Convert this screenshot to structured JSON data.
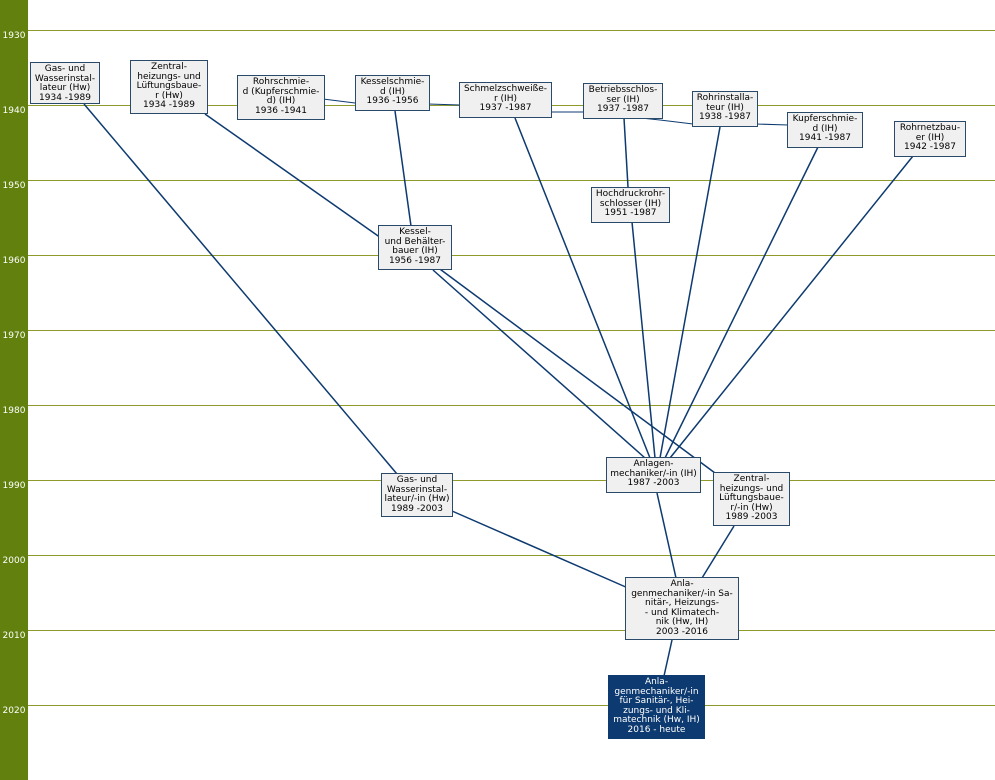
{
  "timeline": {
    "years": [
      "1930",
      "1940",
      "1950",
      "1960",
      "1970",
      "1980",
      "1990",
      "2000",
      "2010",
      "2020"
    ]
  },
  "colors": {
    "sidebar": "#62800e",
    "gridline": "#8f9a2a",
    "link": "#0d3a70",
    "node_fill": "#f0f0f0",
    "current_fill": "#0d3a70"
  },
  "nodes": [
    {
      "id": "gas1934",
      "lines": [
        "Gas- und",
        "Wasserinstal-",
        "lateur (Hw)",
        "1934 -1989"
      ]
    },
    {
      "id": "zh1934",
      "lines": [
        "Zentral-",
        "heizungs- und",
        "Lüftungsbaue-",
        "r (Hw)",
        "1934 -1989"
      ]
    },
    {
      "id": "rohrschm",
      "lines": [
        "Rohrschmie-",
        "d (Kupferschmie-",
        "d) (IH)",
        "1936 -1941"
      ]
    },
    {
      "id": "kesselschm",
      "lines": [
        "Kesselschmie-",
        "d (IH)",
        "1936 -1956"
      ]
    },
    {
      "id": "schmelz",
      "lines": [
        "Schmelzschweiße-",
        "r (IH)",
        "1937 -1987"
      ]
    },
    {
      "id": "betrieb",
      "lines": [
        "Betriebsschlos-",
        "ser (IH)",
        "1937 -1987"
      ]
    },
    {
      "id": "rohrinst",
      "lines": [
        "Rohrinstalla-",
        "teur (IH)",
        "1938 -1987"
      ]
    },
    {
      "id": "kupfer",
      "lines": [
        "Kupferschmie-",
        "d (IH)",
        "1941 -1987"
      ]
    },
    {
      "id": "rohrnetz",
      "lines": [
        "Rohrnetzbau-",
        "er (IH)",
        "1942 -1987"
      ]
    },
    {
      "id": "hochdruck",
      "lines": [
        "Hochdruckrohr-",
        "schlosser (IH)",
        "1951 -1987"
      ]
    },
    {
      "id": "kessel1956",
      "lines": [
        "Kessel-",
        "und Behälter-",
        "bauer (IH)",
        "1956 -1987"
      ]
    },
    {
      "id": "gas1989",
      "lines": [
        "Gas- und",
        "Wasserinstal-",
        "lateur/-in (Hw)",
        "1989 -2003"
      ]
    },
    {
      "id": "anlagen1987",
      "lines": [
        "Anlagen-",
        "mechaniker/-in (IH)",
        "1987 -2003"
      ]
    },
    {
      "id": "zh1989",
      "lines": [
        "Zentral-",
        "heizungs- und",
        "Lüftungsbaue-",
        "r/-in (Hw)",
        "1989 -2003"
      ]
    },
    {
      "id": "anla2003",
      "lines": [
        "Anla-",
        "genmechaniker/-in Sa-",
        "nitär-, Heizungs-",
        "- und Klimatech-",
        "nik (Hw, IH)",
        "2003 -2016"
      ]
    },
    {
      "id": "anla2016",
      "lines": [
        "Anla-",
        "genmechaniker/-in",
        "für Sanitär-, Hei-",
        "zungs- und Kli-",
        "matechnik (Hw, IH)",
        "2016 - heute"
      ]
    }
  ]
}
